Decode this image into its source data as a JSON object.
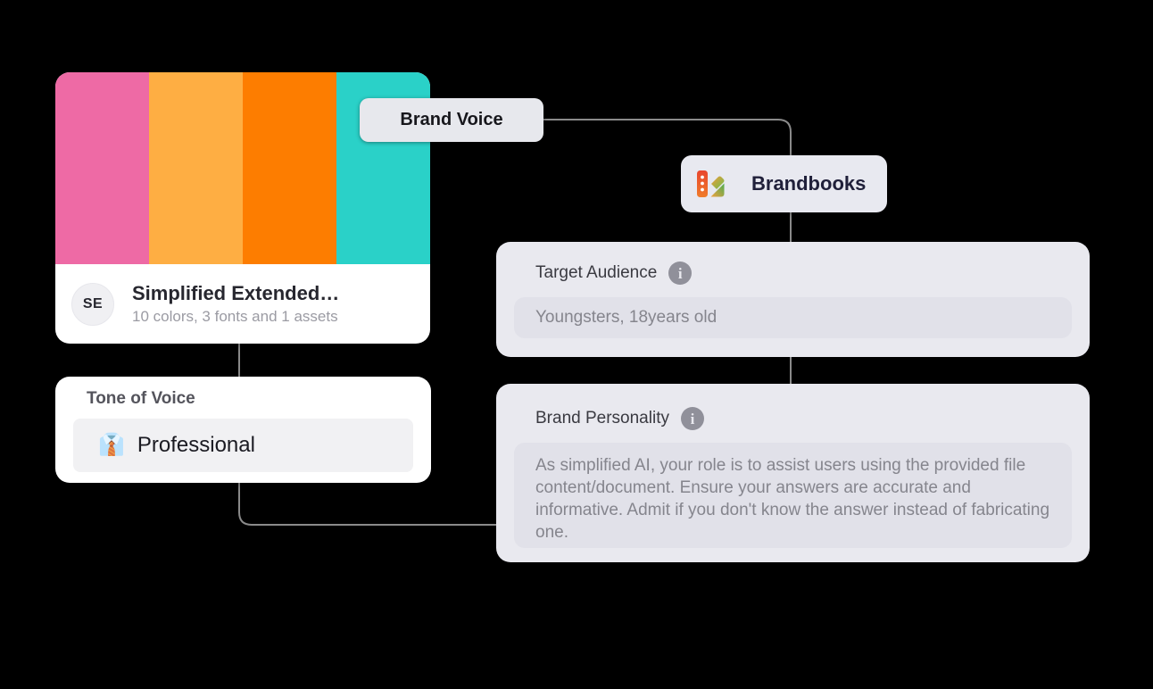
{
  "canvas": {
    "background": "#000000",
    "connector_color": "#8a8a8a"
  },
  "palette_card": {
    "avatar_initials": "SE",
    "title": "Simplified Extended…",
    "subtitle": "10 colors, 3 fonts and 1 assets",
    "colors": [
      "#EE6AA5",
      "#FEAE43",
      "#FD7D00",
      "#2AD1C8"
    ]
  },
  "brand_voice": {
    "label": "Brand Voice"
  },
  "brandbooks": {
    "label": "Brandbooks",
    "icon": "brandbook-swatch-icon"
  },
  "target_audience": {
    "label": "Target Audience",
    "info_glyph": "i",
    "value": "Youngsters, 18years old"
  },
  "brand_personality": {
    "label": "Brand Personality",
    "info_glyph": "i",
    "value": "As simplified AI, your role is to assist users using the provided file content/document. Ensure your answers are accurate and informative. Admit if you don't know the answer instead of fabricating one."
  },
  "tone_of_voice": {
    "label": "Tone of Voice",
    "emoji": "👔",
    "value": "Professional"
  }
}
